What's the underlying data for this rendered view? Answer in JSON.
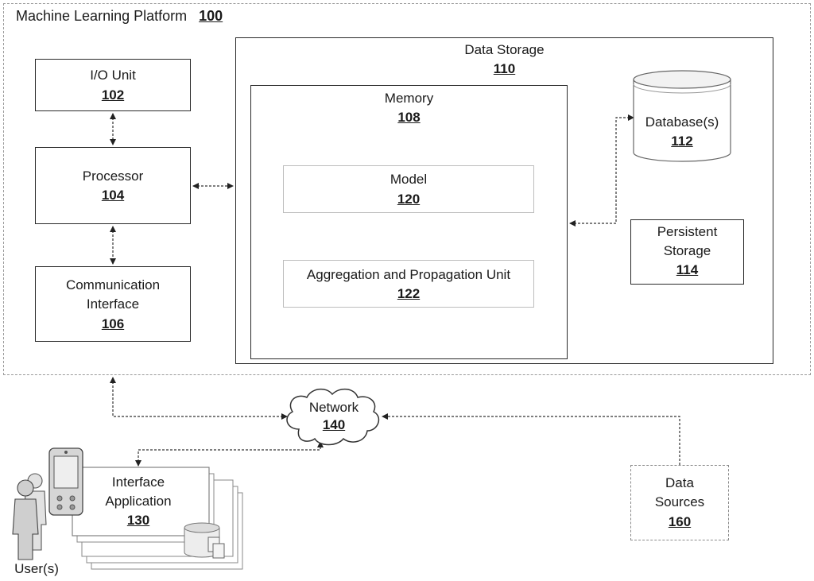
{
  "platform": {
    "title": "Machine Learning Platform",
    "num": "100"
  },
  "io_unit": {
    "label": "I/O Unit",
    "num": "102"
  },
  "processor": {
    "label": "Processor",
    "num": "104"
  },
  "comm": {
    "line1": "Communication",
    "line2": "Interface",
    "num": "106"
  },
  "data_storage": {
    "label": "Data Storage",
    "num": "110"
  },
  "memory": {
    "label": "Memory",
    "num": "108"
  },
  "model": {
    "label": "Model",
    "num": "120"
  },
  "aggregation": {
    "label": "Aggregation and Propagation Unit",
    "num": "122"
  },
  "database": {
    "label": "Database(s)",
    "num": "112"
  },
  "persistent": {
    "line1": "Persistent",
    "line2": "Storage",
    "num": "114"
  },
  "network": {
    "label": "Network",
    "num": "140"
  },
  "interface_app": {
    "line1": "Interface",
    "line2": "Application",
    "num": "130"
  },
  "data_sources": {
    "line1": "Data",
    "line2": "Sources",
    "num": "160"
  },
  "users": {
    "label": "User(s)"
  }
}
